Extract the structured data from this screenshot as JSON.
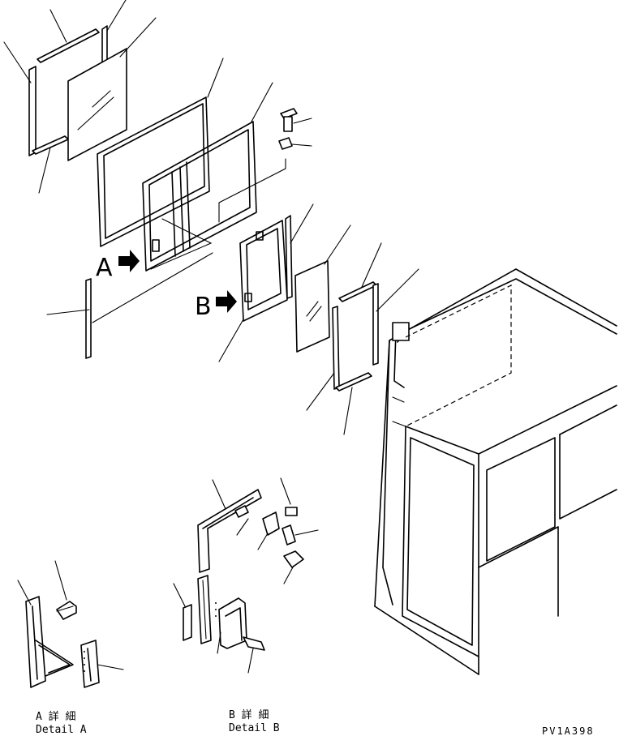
{
  "labels": {
    "view_a": "A",
    "view_b": "B",
    "detail_a_jp": "A 詳 細",
    "detail_a_en": "Detail A",
    "detail_b_jp": "B 詳 細",
    "detail_b_en": "Detail B",
    "drawing_code": "PV1A398"
  }
}
